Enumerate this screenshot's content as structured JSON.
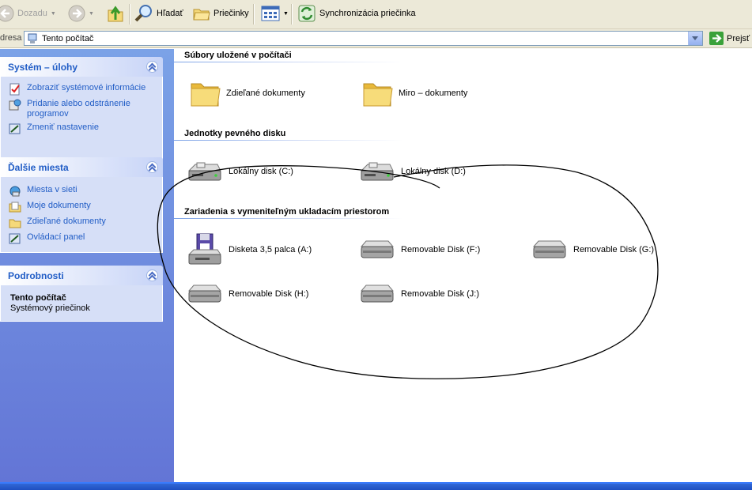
{
  "toolbar": {
    "back_label": "Dozadu",
    "search_label": "Hľadať",
    "folders_label": "Priečinky",
    "sync_label": "Synchronizácia priečinka"
  },
  "address": {
    "label": "dresa",
    "value": "Tento počítač",
    "go_label": "Prejsť"
  },
  "sidebar": {
    "system_tasks": {
      "title": "Systém – úlohy",
      "items": [
        {
          "label": "Zobraziť systémové informácie",
          "icon": "system-info-icon"
        },
        {
          "label": "Pridanie alebo odstránenie programov",
          "icon": "add-remove-programs-icon"
        },
        {
          "label": "Zmeniť nastavenie",
          "icon": "control-panel-icon"
        }
      ]
    },
    "other_places": {
      "title": "Ďalšie miesta",
      "items": [
        {
          "label": "Miesta v sieti",
          "icon": "network-icon"
        },
        {
          "label": "Moje dokumenty",
          "icon": "documents-icon"
        },
        {
          "label": "Zdieľané dokumenty",
          "icon": "folder-icon"
        },
        {
          "label": "Ovládací panel",
          "icon": "control-panel-icon"
        }
      ]
    },
    "details": {
      "title": "Podrobnosti",
      "name": "Tento počítač",
      "type": "Systémový priečinok"
    }
  },
  "groups": {
    "stored_files": {
      "title": "Súbory uložené v počítači",
      "items": [
        {
          "label": "Zdieľané dokumenty",
          "icon": "folder-icon"
        },
        {
          "label": "Miro – dokumenty",
          "icon": "folder-icon"
        }
      ]
    },
    "hard_disks": {
      "title": "Jednotky pevného disku",
      "items": [
        {
          "label": "Lokálny disk (C:)",
          "icon": "hard-drive-icon"
        },
        {
          "label": "Lokálny disk (D:)",
          "icon": "hard-drive-icon"
        }
      ]
    },
    "removable": {
      "title": "Zariadenia s vymeniteľným ukladacím priestorom",
      "items": [
        {
          "label": "Disketa 3,5 palca (A:)",
          "icon": "floppy-drive-icon"
        },
        {
          "label": "Removable Disk (F:)",
          "icon": "removable-disk-icon"
        },
        {
          "label": "Removable Disk (G:)",
          "icon": "removable-disk-icon"
        },
        {
          "label": "Removable Disk (H:)",
          "icon": "removable-disk-icon"
        },
        {
          "label": "Removable Disk (J:)",
          "icon": "removable-disk-icon"
        }
      ]
    }
  },
  "colors": {
    "sidebar_gradient_top": "#7ba2e7",
    "sidebar_gradient_bottom": "#6375d6",
    "link_blue": "#215dc6",
    "toolbar_bg": "#ece9d8"
  }
}
